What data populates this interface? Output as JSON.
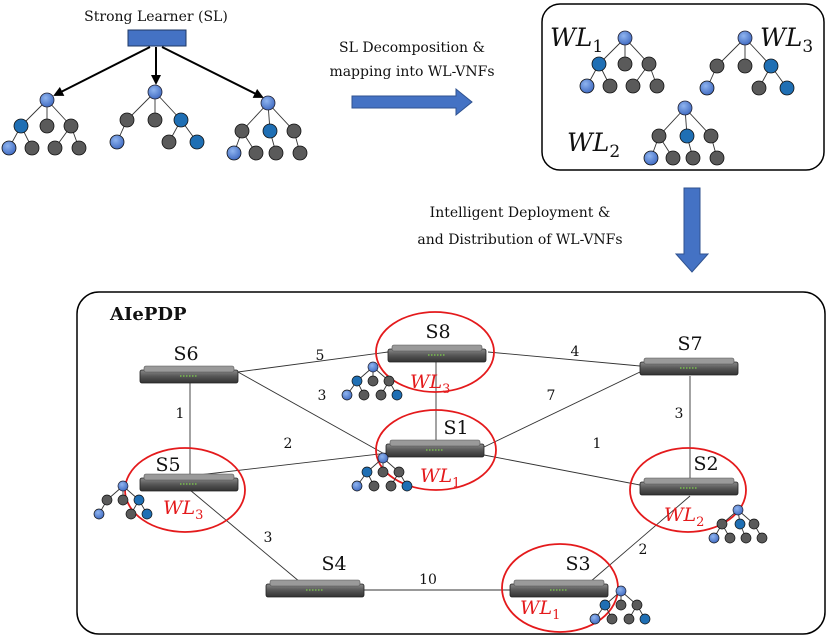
{
  "strong_learner": {
    "label": "Strong Learner (SL)"
  },
  "arrow1_text": {
    "line1": "SL Decomposition &",
    "line2": "mapping into WL-VNFs"
  },
  "arrow2_text": {
    "line1": "Intelligent Deployment &",
    "line2": "and Distribution of WL-VNFs"
  },
  "weak_learners": [
    {
      "letters": "WL",
      "sub": "1"
    },
    {
      "letters": "WL",
      "sub": "3"
    },
    {
      "letters": "WL",
      "sub": "2"
    }
  ],
  "network": {
    "title": "AIePDP",
    "switches": [
      "S1",
      "S2",
      "S3",
      "S4",
      "S5",
      "S6",
      "S7",
      "S8"
    ],
    "link_weights": [
      "5",
      "4",
      "3",
      "7",
      "1",
      "2",
      "1",
      "3",
      "3",
      "2",
      "10"
    ],
    "deployments": [
      {
        "switch": "S8",
        "letters": "WL",
        "sub": "3"
      },
      {
        "switch": "S1",
        "letters": "WL",
        "sub": "1"
      },
      {
        "switch": "S5",
        "letters": "WL",
        "sub": "3"
      },
      {
        "switch": "S2",
        "letters": "WL",
        "sub": "2"
      },
      {
        "switch": "S3",
        "letters": "WL",
        "sub": "1"
      }
    ]
  },
  "colors": {
    "root_node": "#4472c4",
    "blue_leaf": "#1f6fb4",
    "gray_node": "#5a5a5a",
    "wl_red": "#e41a1c",
    "arrow_fill": "#4472c4"
  }
}
